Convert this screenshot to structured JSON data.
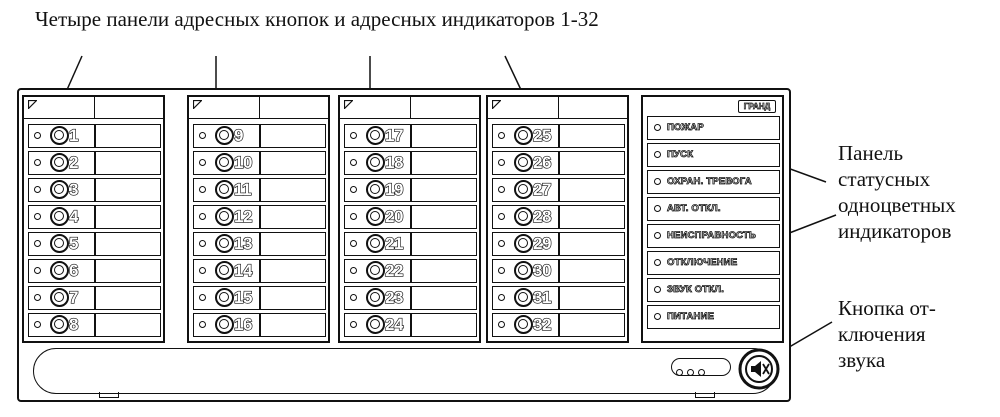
{
  "captions": {
    "top": "Четыре панели адресных кнопок и адресных индикаторов 1-32",
    "status_panel": [
      "Панель",
      "статусных",
      "одноцветных",
      "индикаторов"
    ],
    "mute_button": [
      "Кнопка от-",
      "ключения",
      "звука"
    ]
  },
  "address_panels": [
    {
      "numbers": [
        "1",
        "2",
        "3",
        "4",
        "5",
        "6",
        "7",
        "8"
      ]
    },
    {
      "numbers": [
        "9",
        "10",
        "11",
        "12",
        "13",
        "14",
        "15",
        "16"
      ]
    },
    {
      "numbers": [
        "17",
        "18",
        "19",
        "20",
        "21",
        "22",
        "23",
        "24"
      ]
    },
    {
      "numbers": [
        "25",
        "26",
        "27",
        "28",
        "29",
        "30",
        "31",
        "32"
      ]
    }
  ],
  "status_panel": {
    "brand": "ГРАНД",
    "labels": [
      "ПОЖАР",
      "ПУСК",
      "ОХРАН. ТРЕВОГА",
      "АВТ. ОТКЛ.",
      "НЕИСПРАВНОСТЬ",
      "ОТКЛЮЧЕНИЕ",
      "ЗВУК ОТКЛ.",
      "ПИТАНИЕ"
    ]
  }
}
